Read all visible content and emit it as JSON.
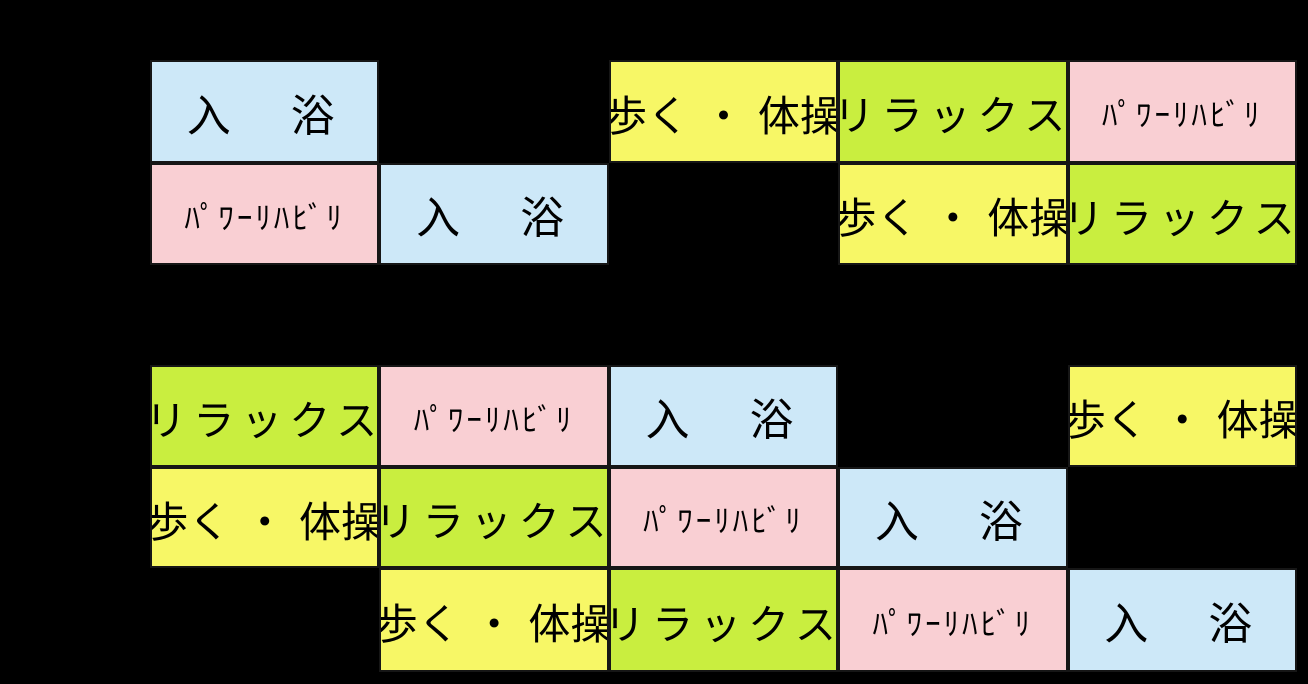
{
  "canvas": {
    "background": "#000000",
    "border_color": "#161616",
    "text_color": "#000000"
  },
  "activities": {
    "bath": {
      "label": "入　浴",
      "color": "#cde8f8"
    },
    "walk": {
      "label": "歩く ・ 体操",
      "color": "#f7f766"
    },
    "relax": {
      "label": "リラックス",
      "color": "#c9ee3f"
    },
    "power": {
      "label": "ﾊﾟﾜｰﾘﾊﾋﾞﾘ",
      "color": "#f9cfd3"
    }
  },
  "grids": [
    {
      "name": "schedule-top",
      "rows": [
        [
          "bath",
          null,
          "walk",
          "relax",
          "power"
        ],
        [
          "power",
          "bath",
          null,
          "walk",
          "relax"
        ]
      ]
    },
    {
      "name": "schedule-bottom",
      "rows": [
        [
          "relax",
          "power",
          "bath",
          null,
          "walk"
        ],
        [
          "walk",
          "relax",
          "power",
          "bath",
          null
        ],
        [
          null,
          "walk",
          "relax",
          "power",
          "bath"
        ]
      ]
    }
  ]
}
